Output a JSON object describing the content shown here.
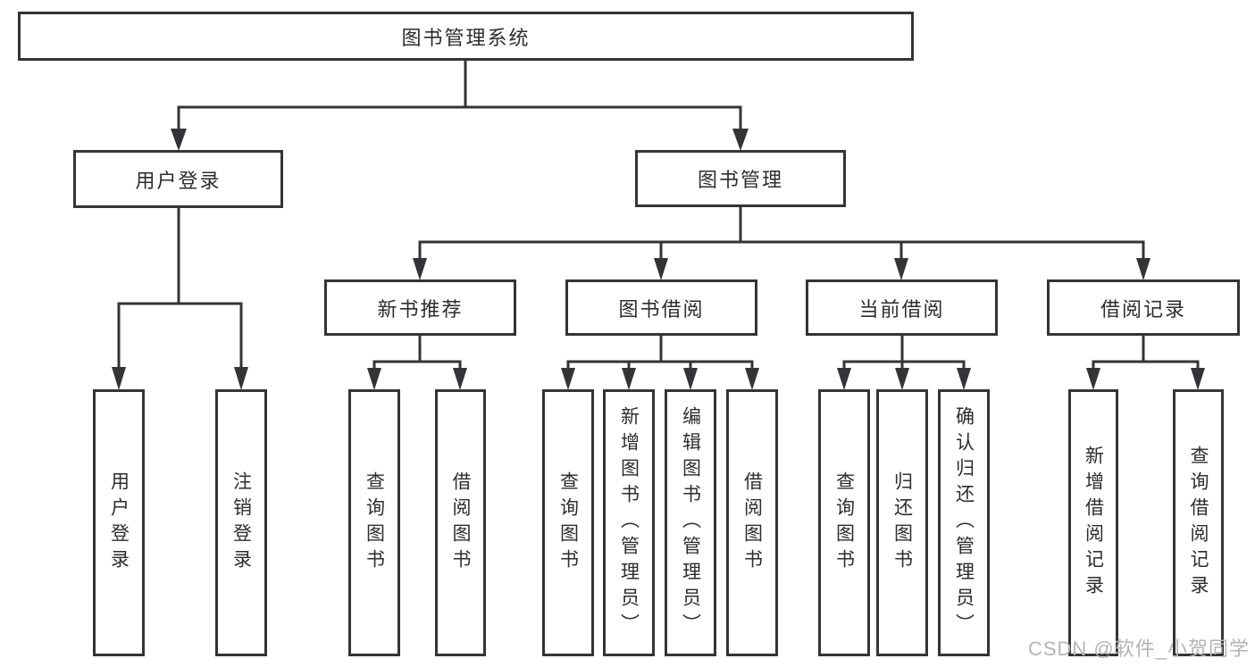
{
  "tree": {
    "root": {
      "label": "图书管理系统"
    },
    "login": {
      "label": "用户登录",
      "children": [
        "用户登录",
        "注销登录"
      ]
    },
    "mgmt": {
      "label": "图书管理",
      "children": [
        {
          "label": "新书推荐",
          "children": [
            "查询图书",
            "借阅图书"
          ]
        },
        {
          "label": "图书借阅",
          "children": [
            "查询图书",
            "新增图书（管理员）",
            "编辑图书（管理员）",
            "借阅图书"
          ]
        },
        {
          "label": "当前借阅",
          "children": [
            "查询图书",
            "归还图书",
            "确认归还（管理员）"
          ]
        },
        {
          "label": "借阅记录",
          "children": [
            "新增借阅记录",
            "查询借阅记录"
          ]
        }
      ]
    }
  },
  "watermark": {
    "text": "CSDN @软件_小贺同学"
  },
  "colors": {
    "line": "#343437",
    "box_border": "#343437",
    "text": "#2d2d30",
    "watermark": "#b4b4b4",
    "background": "#ffffff"
  }
}
